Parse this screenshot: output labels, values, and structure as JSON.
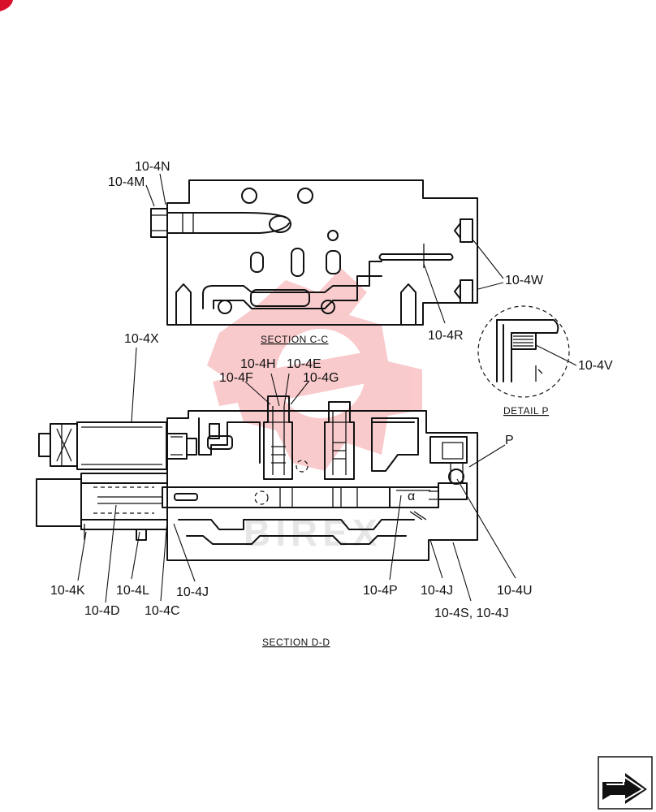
{
  "labels": {
    "n": "10-4N",
    "m": "10-4M",
    "w": "10-4W",
    "r": "10-4R",
    "v": "10-4V",
    "x": "10-4X",
    "h": "10-4H",
    "e": "10-4E",
    "f": "10-4F",
    "g": "10-4G",
    "p": "P",
    "k": "10-4K",
    "d": "10-4D",
    "l": "10-4L",
    "c": "10-4C",
    "j_left": "10-4J",
    "p_spool": "10-4P",
    "j_right": "10-4J",
    "u": "10-4U",
    "s_j": "10-4S, 10-4J",
    "alpha": "α"
  },
  "captions": {
    "section_cc": "SECTION  C-C",
    "detail_p": "DETAIL  P",
    "section_dd": "SECTION  D-D"
  },
  "colors": {
    "watermark": "#e8141c",
    "corner_mark": "#d8102a",
    "line": "#111111"
  },
  "icons": {
    "corner_mark": "red-corner-mark-icon",
    "nav": "next-page-arrow-icon",
    "watermark": "brand-gear-watermark-icon"
  }
}
